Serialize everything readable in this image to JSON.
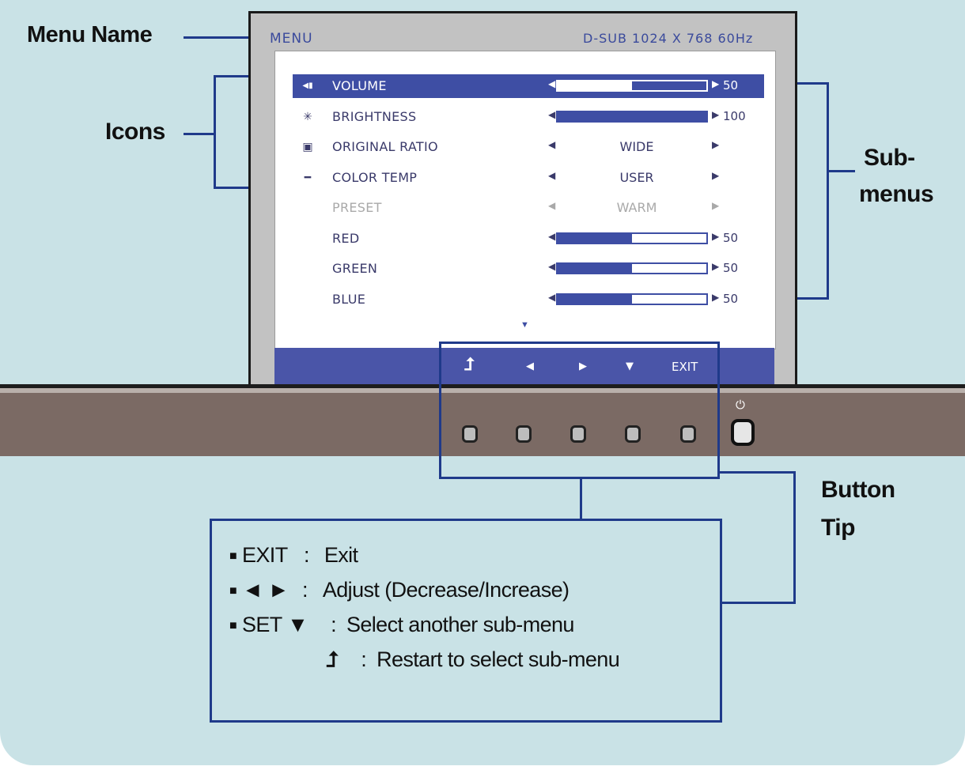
{
  "callouts": {
    "menu_name": "Menu Name",
    "icons": "Icons",
    "submenus_1": "Sub-",
    "submenus_2": "menus",
    "button_tip_1": "Button",
    "button_tip_2": "Tip"
  },
  "screen": {
    "title": "MENU",
    "signal": "D-SUB 1024 X 768 60Hz",
    "rows": [
      {
        "icon": "volume-icon",
        "label": "VOLUME",
        "type": "slider",
        "value": 50,
        "display": "50",
        "selected": true
      },
      {
        "icon": "brightness-icon",
        "label": "BRIGHTNESS",
        "type": "slider",
        "value": 100,
        "display": "100"
      },
      {
        "icon": "ratio-icon",
        "label": "ORIGINAL RATIO",
        "type": "option",
        "display": "WIDE"
      },
      {
        "icon": "color-temp-icon",
        "label": "COLOR TEMP",
        "type": "option",
        "display": "USER"
      },
      {
        "icon": "",
        "label": "PRESET",
        "type": "option",
        "display": "WARM",
        "dimmed": true
      },
      {
        "icon": "",
        "label": "RED",
        "type": "slider",
        "value": 50,
        "display": "50"
      },
      {
        "icon": "",
        "label": "GREEN",
        "type": "slider",
        "value": 50,
        "display": "50"
      },
      {
        "icon": "",
        "label": "BLUE",
        "type": "slider",
        "value": 50,
        "display": "50"
      }
    ],
    "button_bar": {
      "set_icon": "set-icon",
      "left_icon": "left-arrow-icon",
      "right_icon": "right-arrow-icon",
      "down_icon": "down-arrow-icon",
      "exit_label": "EXIT"
    }
  },
  "legend": {
    "exit_key": "EXIT",
    "exit_sep": ":",
    "exit_desc": "Exit",
    "adjust_key": "◄ ►",
    "adjust_sep": ":",
    "adjust_desc": "Adjust (Decrease/Increase)",
    "set_key": "SET ▼",
    "set_sep": ":",
    "set_desc": "Select another sub-menu",
    "restart_key": "⮥",
    "restart_sep": ":",
    "restart_desc": "Restart to select sub-menu"
  },
  "colors": {
    "panel_bg": "#c9e2e6",
    "osd_blue": "#3e4ea4",
    "leader_line": "#1f3a8a",
    "bezel": "#7b6a64"
  }
}
